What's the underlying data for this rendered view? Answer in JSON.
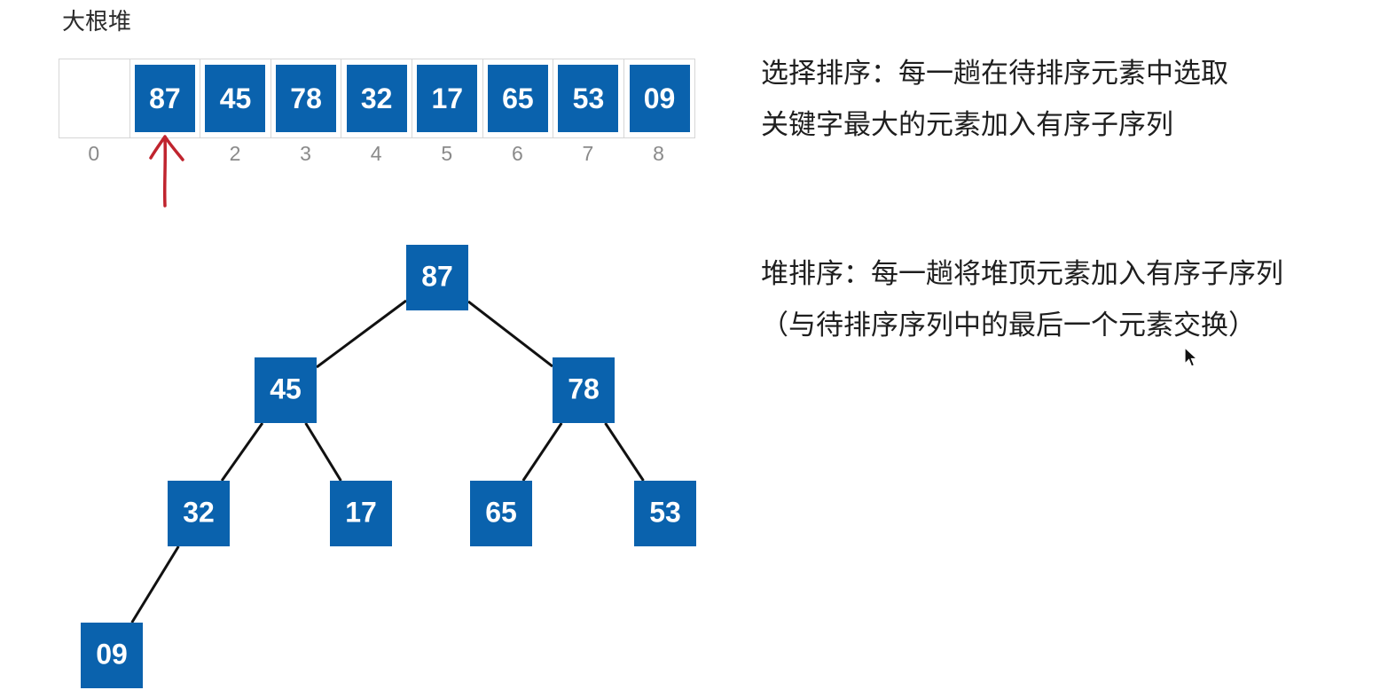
{
  "heap_title": "大根堆",
  "array": {
    "cells": [
      "",
      "87",
      "45",
      "78",
      "32",
      "17",
      "65",
      "53",
      "09"
    ],
    "indices": [
      "0",
      "",
      "2",
      "3",
      "4",
      "5",
      "6",
      "7",
      "8"
    ]
  },
  "selection_sort": {
    "line1": "选择排序：每一趟在待排序元素中选取",
    "line2": "关键字最大的元素加入有序子序列"
  },
  "heap_sort": {
    "line1": "堆排序：每一趟将堆顶元素加入有序子序列",
    "line2": "（与待排序序列中的最后一个元素交换）"
  },
  "tree": {
    "nodes": [
      "87",
      "45",
      "78",
      "32",
      "17",
      "65",
      "53",
      "09"
    ],
    "edges": [
      [
        0,
        1
      ],
      [
        0,
        2
      ],
      [
        1,
        3
      ],
      [
        1,
        4
      ],
      [
        2,
        5
      ],
      [
        2,
        6
      ],
      [
        3,
        7
      ]
    ]
  },
  "colors": {
    "node_fill": "#0a62ad",
    "pointer_arrow": "#c0242e"
  }
}
